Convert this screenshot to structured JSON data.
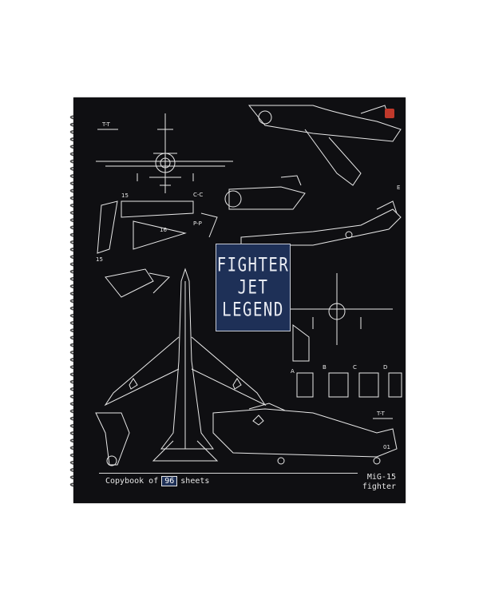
{
  "cover": {
    "title_lines": [
      "FIGHTER",
      "JET",
      "LEGEND"
    ],
    "footer": {
      "prefix": "Copybook of",
      "count": "96",
      "suffix": "sheets"
    },
    "caption": [
      "MiG-15",
      "fighter"
    ],
    "blueprint_labels": [
      "T-T",
      "C-C",
      "P-P",
      "15",
      "16",
      "15",
      "A",
      "B",
      "C",
      "D",
      "E",
      "T-T",
      "01"
    ]
  },
  "colors": {
    "cover": "#0f0f12",
    "title_box": "#1e3057",
    "line_art": "#e8e8e8",
    "logo": "#c0392b"
  }
}
